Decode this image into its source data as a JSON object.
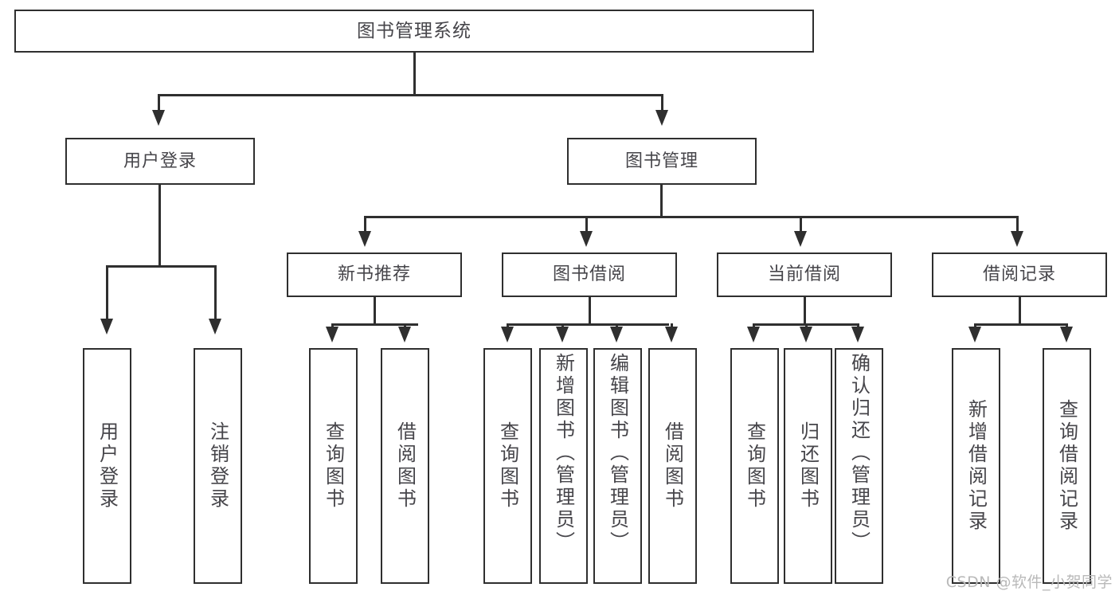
{
  "diagram": {
    "title": "图书管理系统",
    "type": "tree",
    "root": {
      "label": "图书管理系统"
    },
    "level2": [
      {
        "id": "user-login",
        "label": "用户登录"
      },
      {
        "id": "book-manage",
        "label": "图书管理"
      }
    ],
    "level3": [
      {
        "id": "new-book-recommend",
        "label": "新书推荐"
      },
      {
        "id": "book-borrow",
        "label": "图书借阅"
      },
      {
        "id": "current-borrow",
        "label": "当前借阅"
      },
      {
        "id": "borrow-record",
        "label": "借阅记录"
      }
    ],
    "leaves": [
      {
        "id": "leaf-user-login",
        "label": "用户登录",
        "parent": "user-login",
        "align": "mid"
      },
      {
        "id": "leaf-user-logout",
        "label": "注销登录",
        "parent": "user-login",
        "align": "mid"
      },
      {
        "id": "leaf-query-book-1",
        "label": "查询图书",
        "parent": "new-book-recommend",
        "align": "mid"
      },
      {
        "id": "leaf-borrow-book-1",
        "label": "借阅图书",
        "parent": "new-book-recommend",
        "align": "mid"
      },
      {
        "id": "leaf-query-book-2",
        "label": "查询图书",
        "parent": "book-borrow",
        "align": "mid"
      },
      {
        "id": "leaf-add-book",
        "label": "新增图书（管理员）",
        "parent": "book-borrow",
        "align": "top"
      },
      {
        "id": "leaf-edit-book",
        "label": "编辑图书（管理员）",
        "parent": "book-borrow",
        "align": "top"
      },
      {
        "id": "leaf-borrow-book-2",
        "label": "借阅图书",
        "parent": "book-borrow",
        "align": "mid"
      },
      {
        "id": "leaf-query-book-3",
        "label": "查询图书",
        "parent": "current-borrow",
        "align": "mid"
      },
      {
        "id": "leaf-return-book",
        "label": "归还图书",
        "parent": "current-borrow",
        "align": "mid"
      },
      {
        "id": "leaf-confirm-return",
        "label": "确认归还（管理员）",
        "parent": "current-borrow",
        "align": "top"
      },
      {
        "id": "leaf-add-record",
        "label": "新增借阅记录",
        "parent": "borrow-record",
        "align": "mid"
      },
      {
        "id": "leaf-query-record",
        "label": "查询借阅记录",
        "parent": "borrow-record",
        "align": "mid"
      }
    ]
  },
  "watermark": {
    "text": "CSDN @软件_小贺同学"
  },
  "colors": {
    "stroke": "#2f2f2f",
    "text": "#46454a",
    "background": "#ffffff",
    "watermark": "#b9b9b9"
  }
}
